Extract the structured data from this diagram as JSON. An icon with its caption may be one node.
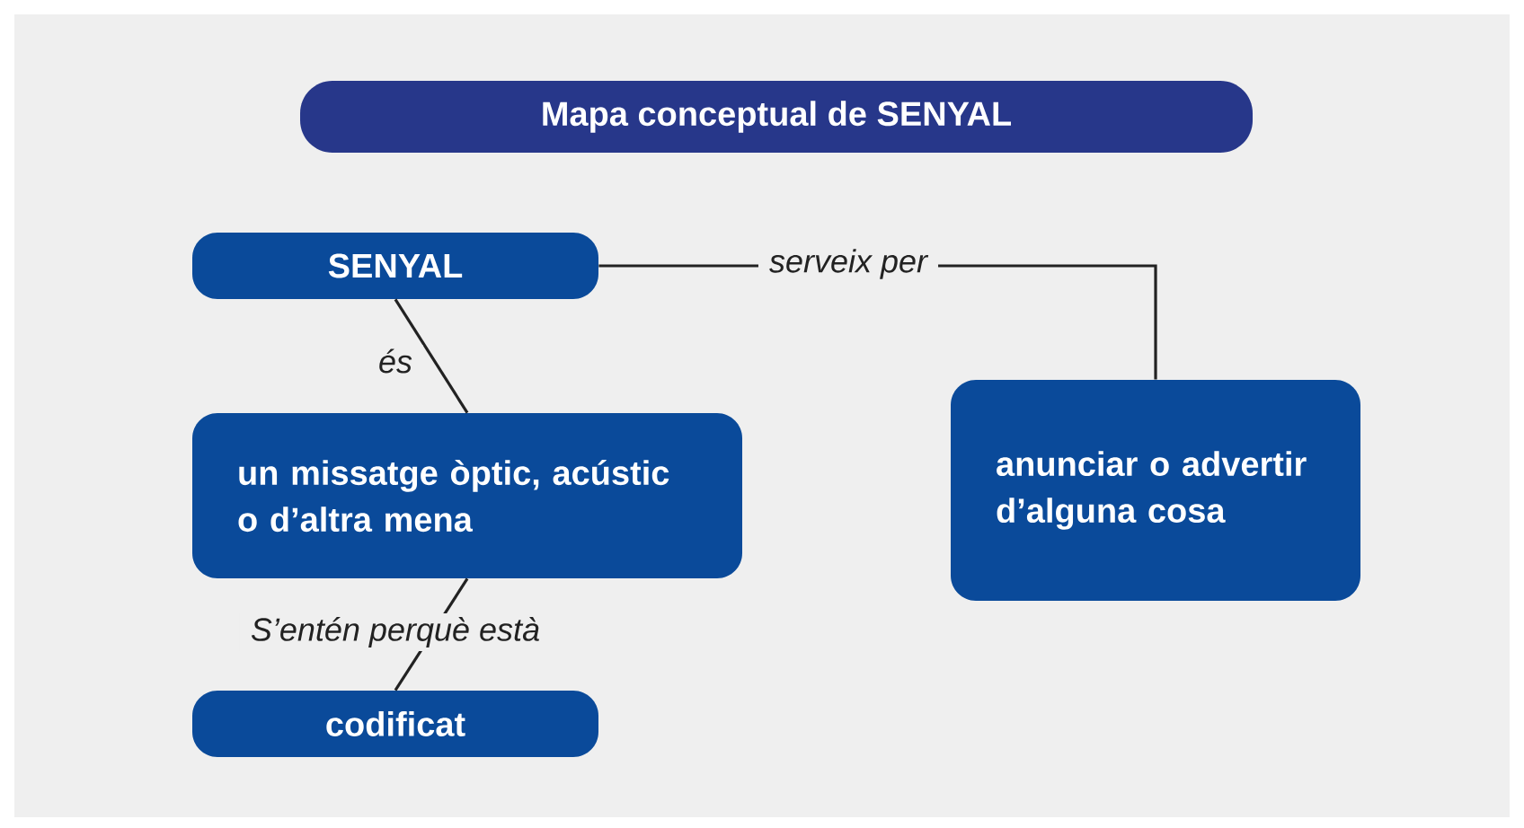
{
  "diagram": {
    "title": "Mapa conceptual de SENYAL",
    "nodes": [
      {
        "text": [
          "SENYAL"
        ]
      },
      {
        "text": [
          "un missatge òptic, acústic o d’altra mena"
        ]
      },
      {
        "text": [
          "codificat"
        ]
      },
      {
        "text": [
          "anunciar o advertir d’alguna cosa"
        ]
      }
    ],
    "edges": [
      {
        "from": 0,
        "to": 1,
        "arrow": "none",
        "label": "és"
      },
      {
        "from": 1,
        "to": 2,
        "arrow": "none",
        "label": "S’entén perquè està"
      },
      {
        "from": 0,
        "to": 3,
        "arrow": "none",
        "label": "serveix per"
      }
    ]
  }
}
